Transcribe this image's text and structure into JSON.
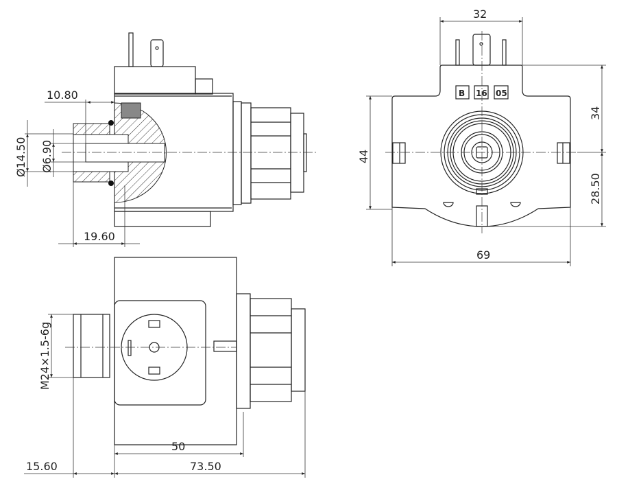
{
  "drawing": {
    "title": "Solenoid coil with connector - dimensional drawing",
    "dimensions": {
      "thread_depth": "10.80",
      "outer_diameter": "14.50",
      "bore_diameter": "6.90",
      "fitting_length": "19.60",
      "thread_spec": "M24×1.5-6g",
      "body_length": "50",
      "overall_length": "73.50",
      "fitting_offset": "15.60",
      "top_width": "32",
      "height": "44",
      "upper_height": "34",
      "lower_height": "28.50",
      "width": "69"
    },
    "diameter_symbol": "Ø",
    "marking_boxes": [
      "B",
      "16",
      "05"
    ]
  }
}
